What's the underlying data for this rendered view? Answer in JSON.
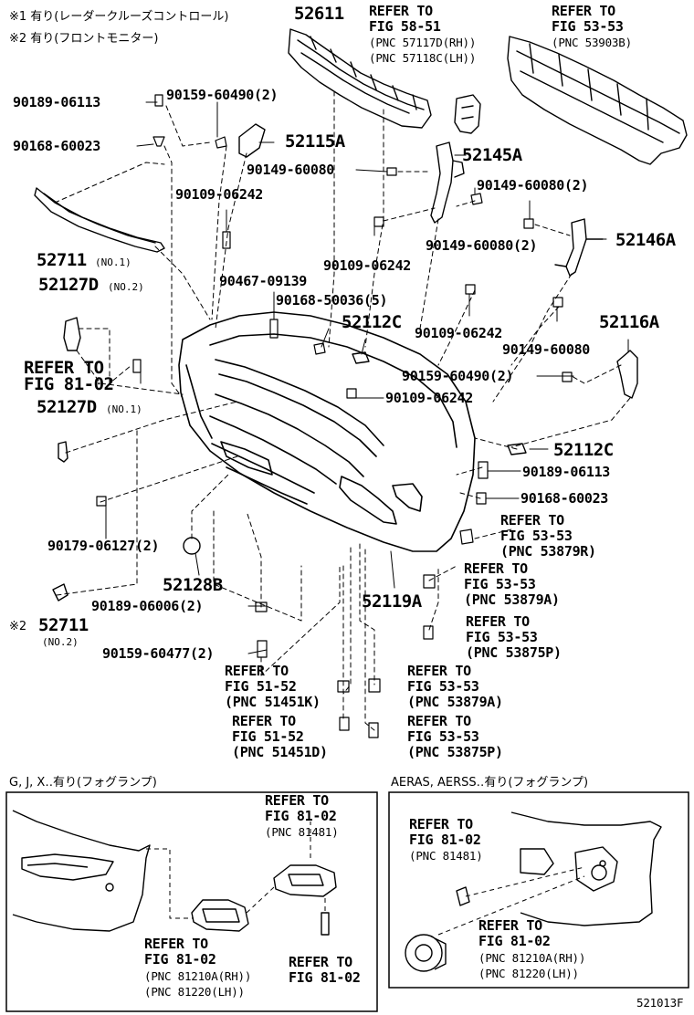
{
  "notes": {
    "note1": "※1 有り(レーダークルーズコントロール)",
    "note2": "※2 有り(フロントモニター)"
  },
  "callouts": {
    "p52611": "52611",
    "ref_58_51": [
      "REFER TO",
      "FIG 58-51",
      "(PNC 57117D(RH))",
      "(PNC 57118C(LH))"
    ],
    "ref_53_53_top": [
      "REFER TO",
      "FIG 53-53",
      "(PNC 53903B)"
    ],
    "p90189_06113_a": "90189-06113",
    "p90159_60490_2_a": "90159-60490(2)",
    "p52115A": "52115A",
    "p90168_60023_a": "90168-60023",
    "p90149_60080_a": "90149-60080",
    "p52145A": "52145A",
    "p90109_06242_a": "90109-06242",
    "p90149_60080_2_a": "90149-60080(2)",
    "p90149_60080_2_b": "90149-60080(2)",
    "p52146A": "52146A",
    "p52711_no1": "52711",
    "no1_a": "(NO.1)",
    "p90109_06242_b": "90109-06242",
    "p52127D_no2": "52127D",
    "no2_a": "(NO.2)",
    "p90467_09139": "90467-09139",
    "p90168_50036_5": "90168-50036(5)",
    "p52112C_a": "52112C",
    "p90109_06242_c": "90109-06242",
    "p52116A": "52116A",
    "ref_81_02_a": [
      "REFER TO",
      "FIG 81-02"
    ],
    "p90149_60080_b": "90149-60080",
    "p90159_60490_2_b": "90159-60490(2)",
    "p90109_06242_d": "90109-06242",
    "p52127D_no1": "52127D",
    "no1_b": "(NO.1)",
    "p52112C_b": "52112C",
    "p90189_06113_b": "90189-06113",
    "p90168_60023_b": "90168-60023",
    "ref_53879R": [
      "REFER TO",
      "FIG 53-53",
      "(PNC 53879R)"
    ],
    "p90179_06127_2": "90179-06127(2)",
    "p52128B": "52128B",
    "ref_53879A_a": [
      "REFER TO",
      "FIG 53-53",
      "(PNC 53879A)"
    ],
    "p52119A": "52119A",
    "p90189_06006_2": "90189-06006(2)",
    "note2_mark": "※2",
    "p52711_no2": "52711",
    "no2_b": "(NO.2)",
    "ref_53875P_a": [
      "REFER TO",
      "FIG 53-53",
      "(PNC 53875P)"
    ],
    "p90159_60477_2": "90159-60477(2)",
    "ref_51451K": [
      "REFER TO",
      "FIG 51-52",
      "(PNC 51451K)"
    ],
    "ref_53879A_b": [
      "REFER TO",
      "FIG 53-53",
      "(PNC 53879A)"
    ],
    "ref_51451D": [
      "REFER TO",
      "FIG 51-52",
      "(PNC 51451D)"
    ],
    "ref_53875P_b": [
      "REFER TO",
      "FIG 53-53",
      "(PNC 53875P)"
    ]
  },
  "inset_left": {
    "caption": "G, J, X‥有り(フォグランプ)",
    "ref_81481": [
      "REFER TO",
      "FIG 81-02",
      "(PNC 81481)"
    ],
    "ref_81210": [
      "REFER TO",
      "FIG 81-02",
      "(PNC 81210A(RH))",
      "(PNC 81220(LH))"
    ],
    "ref_81_02": [
      "REFER TO",
      "FIG 81-02"
    ]
  },
  "inset_right": {
    "caption": "AERAS, AERSS‥有り(フォグランプ)",
    "ref_81481": [
      "REFER TO",
      "FIG 81-02",
      "(PNC 81481)"
    ],
    "ref_81210": [
      "REFER TO",
      "FIG 81-02",
      "(PNC 81210A(RH))",
      "(PNC 81220(LH))"
    ]
  },
  "diagram_code": "521013F"
}
